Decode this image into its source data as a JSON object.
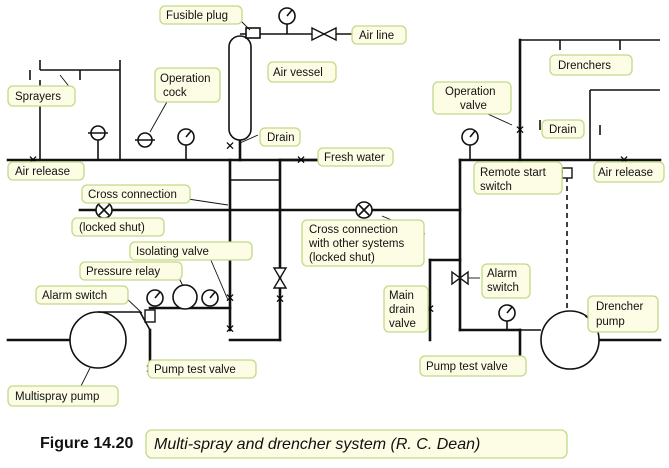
{
  "labels": {
    "fusible_plug": "Fusible plug",
    "air_line": "Air line",
    "air_vessel": "Air vessel",
    "sprayers": "Sprayers",
    "operation_cock": [
      "Operation",
      "cock"
    ],
    "drain_left": "Drain",
    "fresh_water": "Fresh water",
    "air_release_left": "Air release",
    "cross_connection": "Cross connection",
    "locked_shut": "(locked shut)",
    "isolating_valve": "Isolating valve",
    "pressure_relay": "Pressure relay",
    "alarm_switch_left": "Alarm switch",
    "multispray_pump": "Multispray pump",
    "pump_test_valve_left": "Pump test valve",
    "cross_connection_other": [
      "Cross connection",
      "with other systems",
      "(locked shut)"
    ],
    "drenchers": "Drenchers",
    "operation_valve": [
      "Operation",
      "valve"
    ],
    "drain_right": "Drain",
    "remote_start_switch": [
      "Remote start",
      "switch"
    ],
    "air_release_right": "Air release",
    "alarm_switch_right": [
      "Alarm",
      "switch"
    ],
    "main_drain_valve": [
      "Main",
      "drain",
      "valve"
    ],
    "drencher_pump": [
      "Drencher",
      "pump"
    ],
    "pump_test_valve_right": "Pump test valve"
  },
  "caption": {
    "figure": "Figure 14.20",
    "title": "Multi-spray and drencher system (R. C. Dean)"
  },
  "colors": {
    "label_box_fill": "#fdfde6",
    "label_box_border": "#c2d98a",
    "line": "#111111"
  }
}
